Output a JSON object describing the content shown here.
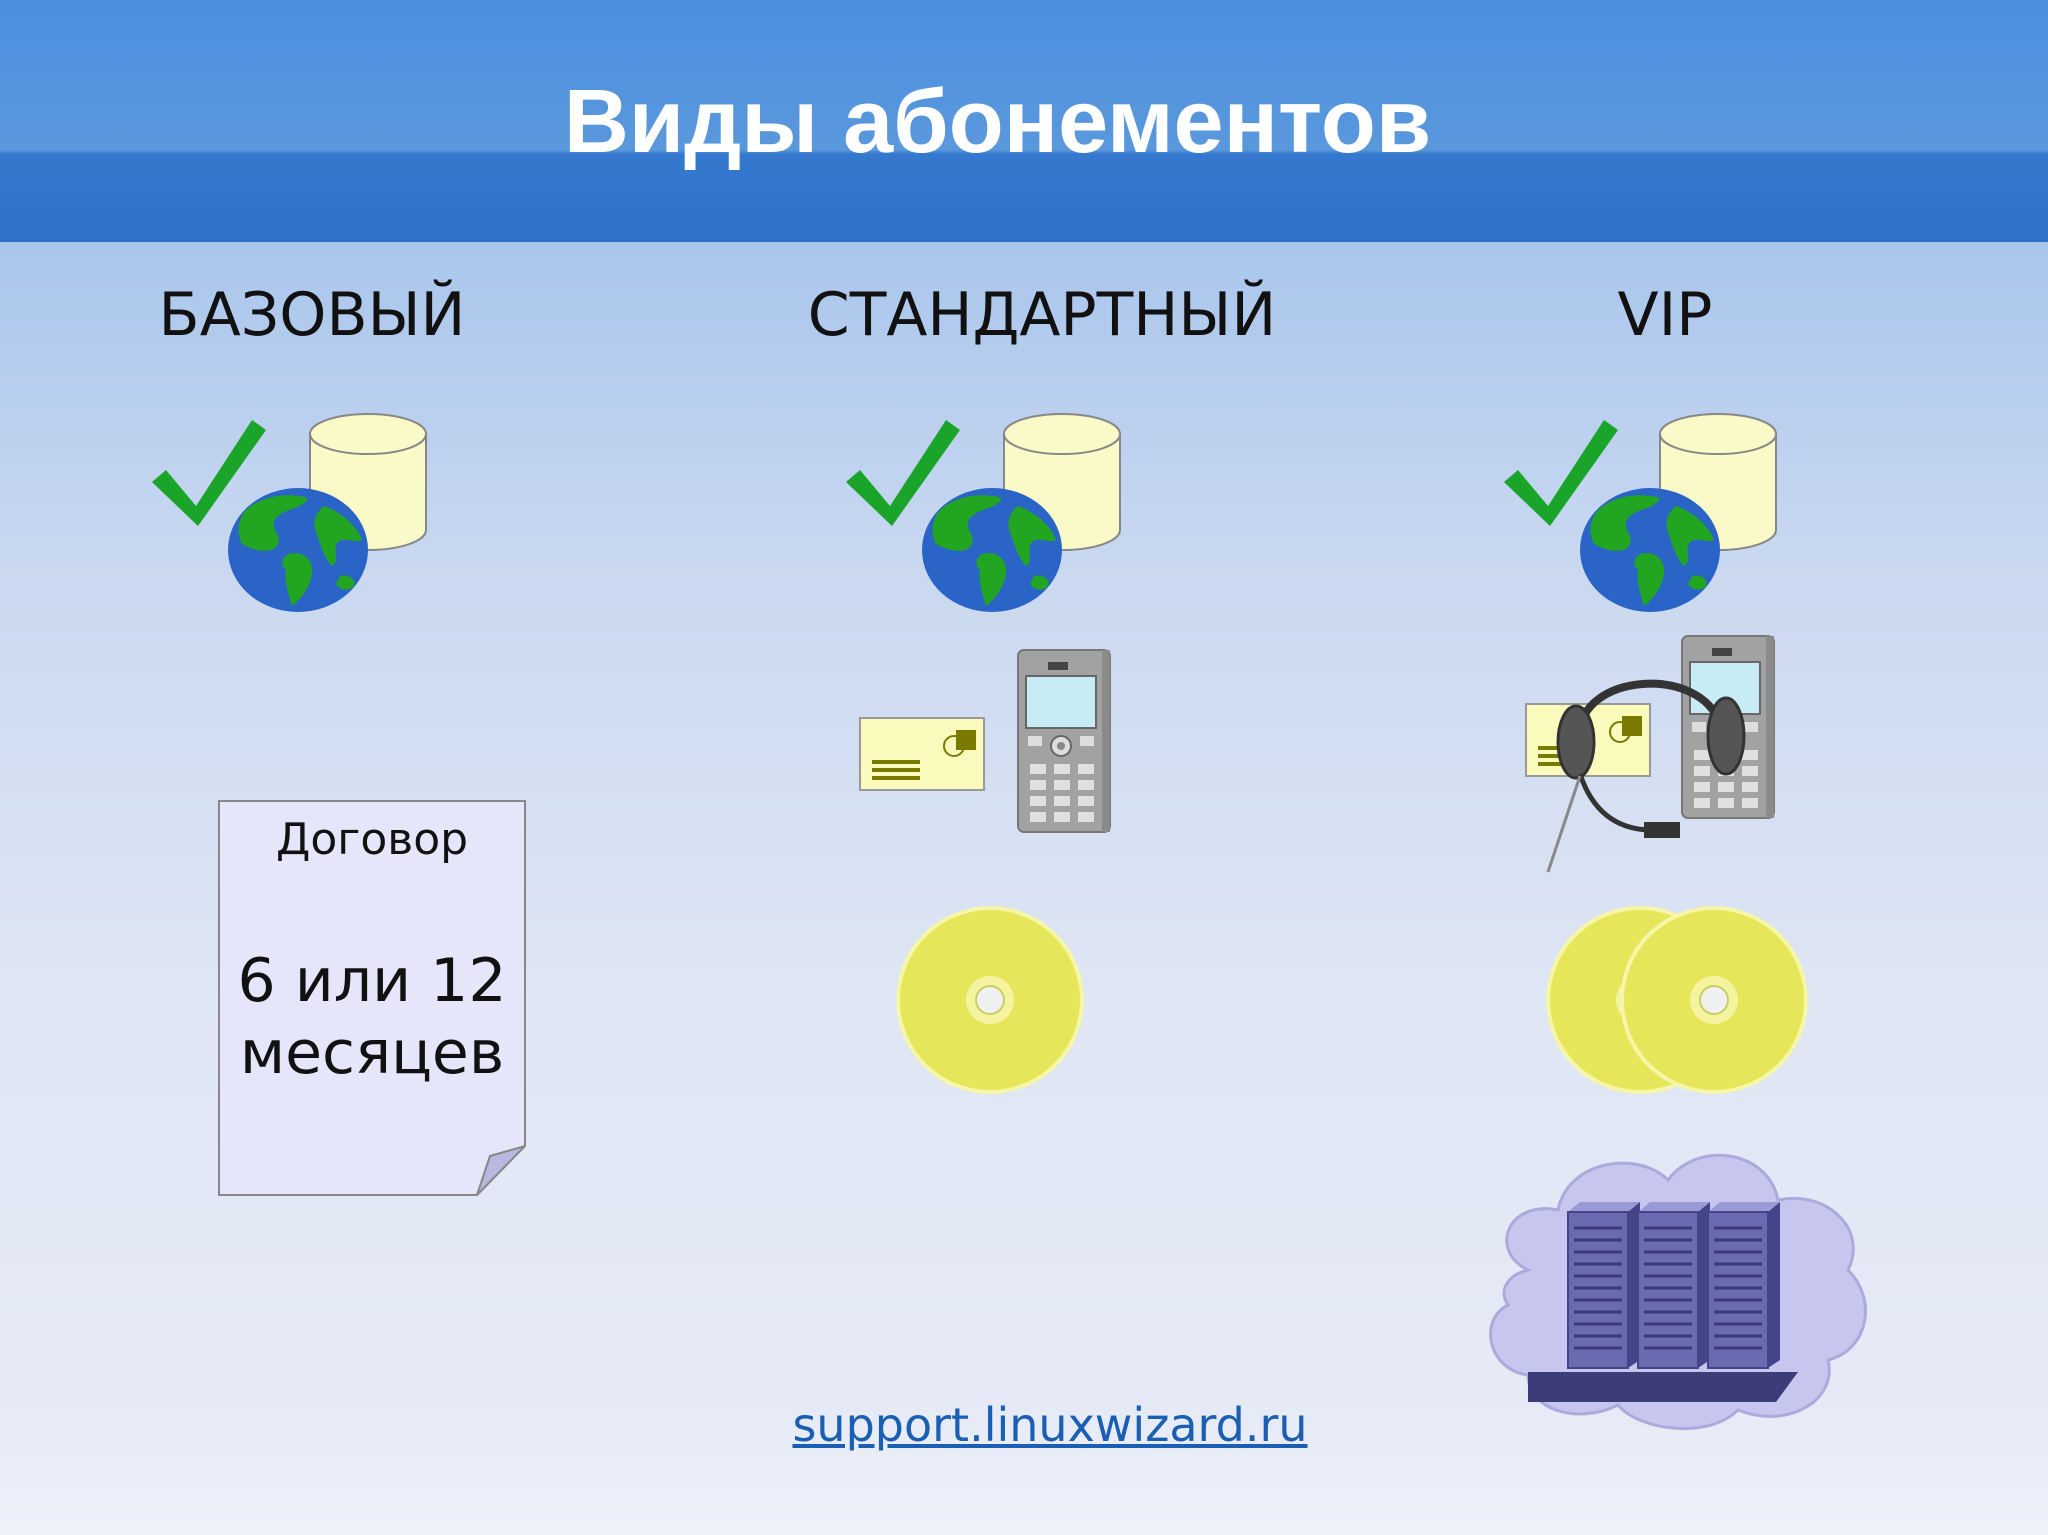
{
  "title": "Виды абонементов",
  "columns": [
    {
      "name": "БАЗОВЫЙ"
    },
    {
      "name": "СТАНДАРТНЫЙ"
    },
    {
      "name": "VIP"
    }
  ],
  "contract": {
    "label": "Договор",
    "term": "6 или 12 месяцев"
  },
  "footer_link": "support.linuxwizard.ru",
  "icons": {
    "check": "checkmark-icon",
    "globe": "globe-icon",
    "database": "database-icon",
    "mail": "envelope-icon",
    "phone": "mobile-phone-icon",
    "headset": "headset-icon",
    "disc": "disc-icon",
    "server": "server-cloud-icon"
  },
  "colors": {
    "header": "#3579cf",
    "check": "#1aa52a",
    "disc": "#e6e65a",
    "cloud": "#c6c6ee",
    "server": "#5c5c9c"
  }
}
